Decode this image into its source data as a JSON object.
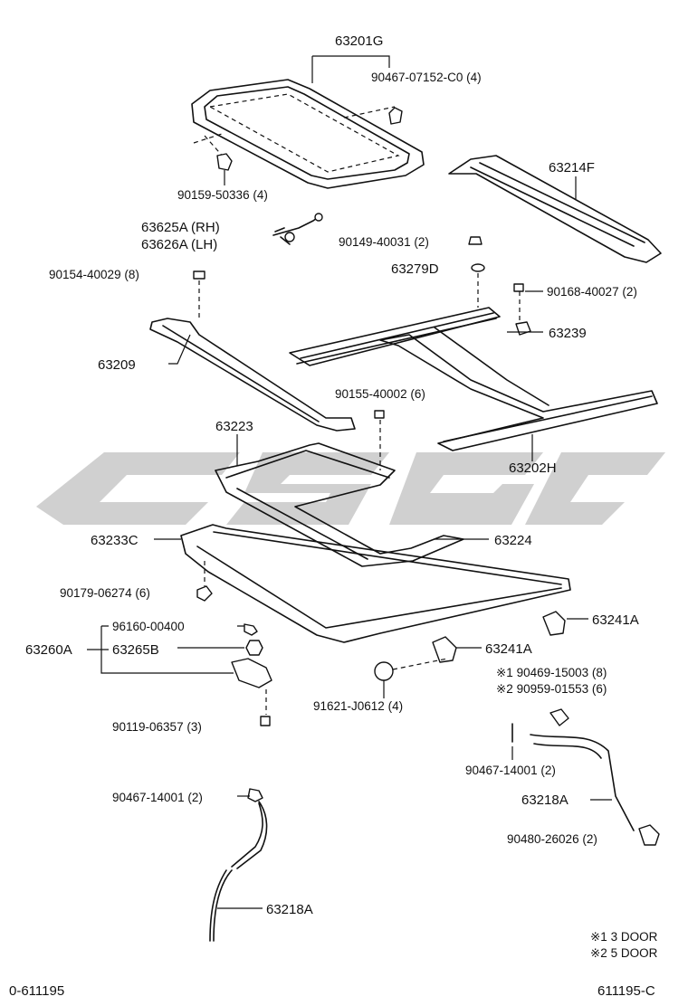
{
  "diagram": {
    "watermark_text": "CSGC",
    "parts": {
      "p63201g": "63201G",
      "p90467_07152": "90467-07152-C0 (4)",
      "p90159": "90159-50336 (4)",
      "p63214f": "63214F",
      "p63625a": "63625A (RH)",
      "p63626a": "63626A (LH)",
      "p90149": "90149-40031 (2)",
      "p63279d": "63279D",
      "p90154": "90154-40029 (8)",
      "p90168": "90168-40027 (2)",
      "p63239": "63239",
      "p63209": "63209",
      "p90155": "90155-40002 (6)",
      "p63223": "63223",
      "p63202h": "63202H",
      "p63233c": "63233C",
      "p63224": "63224",
      "p90179": "90179-06274 (6)",
      "p96160": "96160-00400",
      "p63241a_1": "63241A",
      "p63260a": "63260A",
      "p63265b": "63265B",
      "p63241a_2": "63241A",
      "p_note1_part": "※1 90469-15003 (8)",
      "p_note2_part": "※2 90959-01553 (6)",
      "p91621": "91621-J0612 (4)",
      "p90119": "90119-06357 (3)",
      "p90467_14001_r": "90467-14001 (2)",
      "p63218a_r": "63218A",
      "p90480": "90480-26026 (2)",
      "p90467_14001_l": "90467-14001 (2)",
      "p63218a_l": "63218A"
    },
    "notes": {
      "n1": "※1 3 DOOR",
      "n2": "※2 5 DOOR"
    },
    "footer": {
      "left_code": "0-611195",
      "right_code": "611195-C"
    }
  }
}
